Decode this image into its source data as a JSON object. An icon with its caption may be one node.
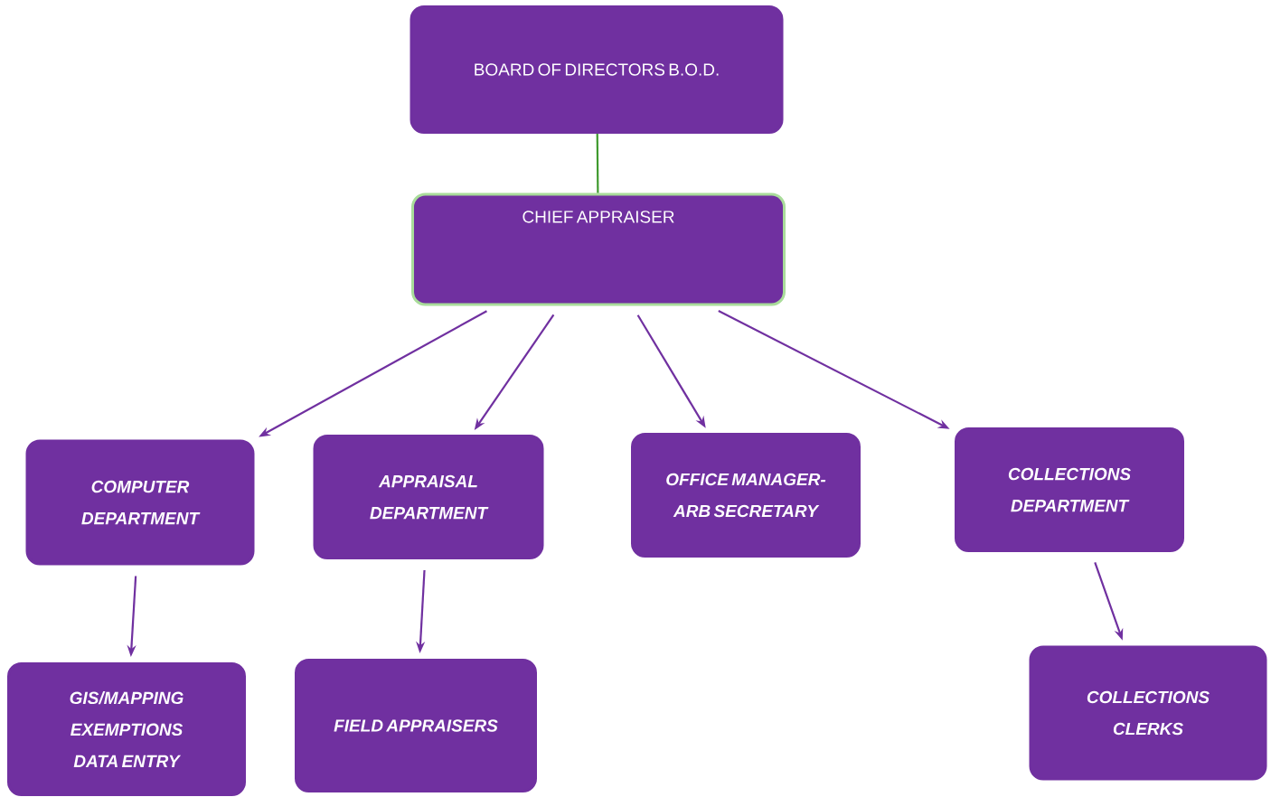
{
  "diagram": {
    "nodes": [
      {
        "text": [
          "BOARD OF DIRECTORS B.O.D."
        ]
      },
      {
        "text": [
          "CHIEF APPRAISER"
        ]
      },
      {
        "text": [
          "COMPUTER DEPARTMENT"
        ]
      },
      {
        "text": [
          "APPRAISAL DEPARTMENT"
        ]
      },
      {
        "text": [
          "OFFICE MANAGER- ARB SECRETARY"
        ]
      },
      {
        "text": [
          "COLLECTIONS DEPARTMENT"
        ]
      },
      {
        "text": [
          "GIS/MAPPING EXEMPTIONS DATA ENTRY"
        ]
      },
      {
        "text": [
          "FIELD APPRAISERS"
        ]
      },
      {
        "text": [
          "COLLECTIONS CLERKS"
        ]
      }
    ],
    "edges": [
      {
        "from": 0,
        "to": 1,
        "arrow": "none",
        "color": "#3f9a2e"
      },
      {
        "from": 1,
        "to": 2,
        "arrow": "to"
      },
      {
        "from": 1,
        "to": 3,
        "arrow": "to"
      },
      {
        "from": 1,
        "to": 4,
        "arrow": "to"
      },
      {
        "from": 1,
        "to": 5,
        "arrow": "to"
      },
      {
        "from": 2,
        "to": 6,
        "arrow": "to"
      },
      {
        "from": 3,
        "to": 7,
        "arrow": "to"
      },
      {
        "from": 5,
        "to": 8,
        "arrow": "to"
      }
    ]
  }
}
